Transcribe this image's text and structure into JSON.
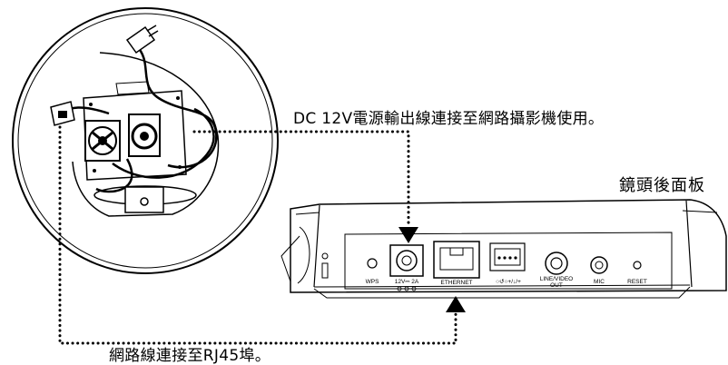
{
  "annotations": {
    "dc_power": "DC 12V電源輸出線連接至網路攝影機使用。",
    "rear_panel": "鏡頭後面板",
    "rj45": "網路線連接至RJ45埠。"
  },
  "panel_ports": {
    "wps": "WPS",
    "power": "12V⎓ 2A",
    "ethernet": "ETHERNET",
    "io": "○↺○+/↓/+",
    "line_video_out_1": "LINE/VIDEO",
    "line_video_out_2": "OUT",
    "mic": "MIC",
    "reset": "RESET"
  },
  "colors": {
    "line": "#000000",
    "background": "#ffffff"
  }
}
